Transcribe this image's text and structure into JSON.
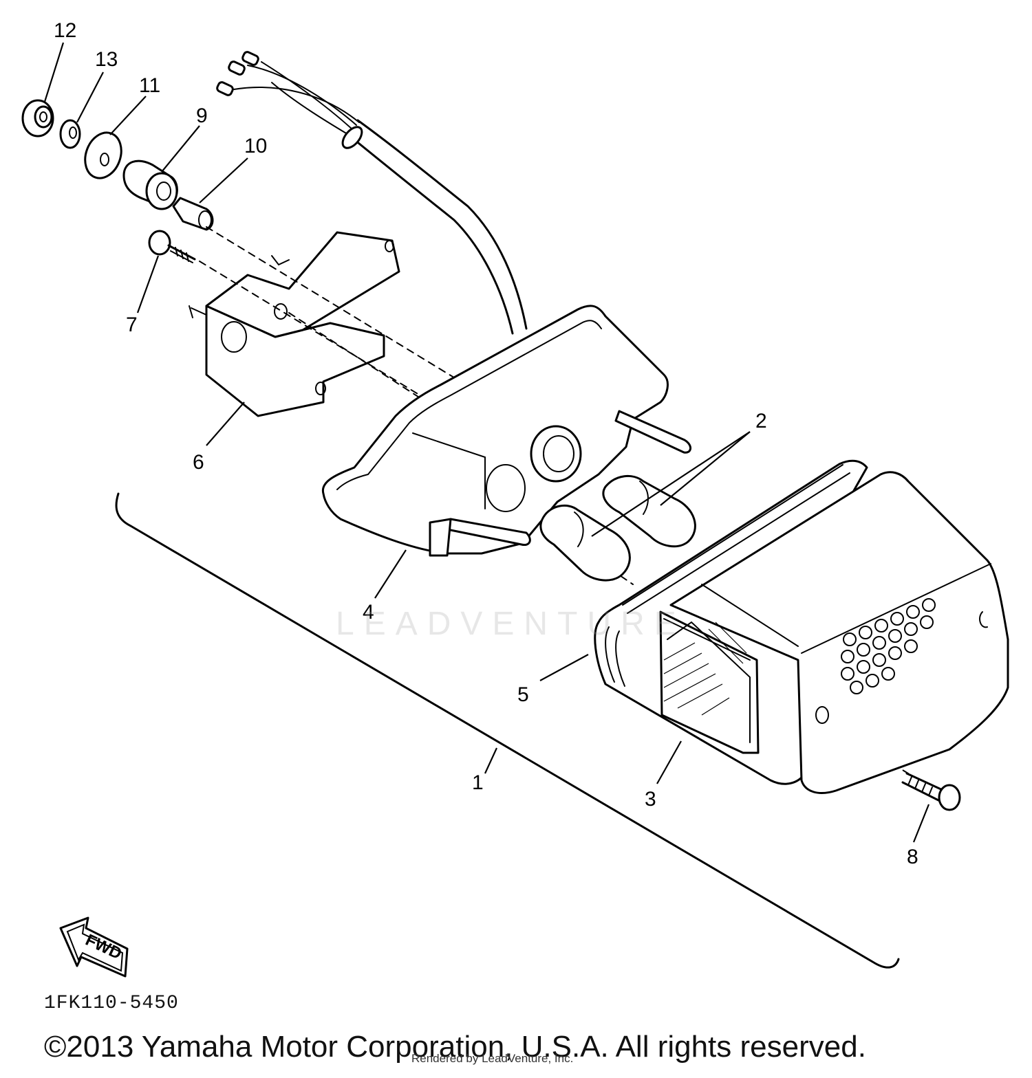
{
  "diagram": {
    "callouts": [
      {
        "id": "12",
        "label": "12"
      },
      {
        "id": "13",
        "label": "13"
      },
      {
        "id": "11",
        "label": "11"
      },
      {
        "id": "9",
        "label": "9"
      },
      {
        "id": "10",
        "label": "10"
      },
      {
        "id": "7",
        "label": "7"
      },
      {
        "id": "6",
        "label": "6"
      },
      {
        "id": "4",
        "label": "4"
      },
      {
        "id": "2",
        "label": "2"
      },
      {
        "id": "5",
        "label": "5"
      },
      {
        "id": "3",
        "label": "3"
      },
      {
        "id": "1",
        "label": "1"
      },
      {
        "id": "8",
        "label": "8"
      }
    ],
    "fwd_label": "FWD",
    "reference_code": "1FK110-5450",
    "watermark": "LEADVENTURE"
  },
  "footer": {
    "copyright": "©2013 Yamaha Motor Corporation, U.S.A. All rights reserved.",
    "rendered_by": "Rendered by LeadVenture, Inc."
  }
}
